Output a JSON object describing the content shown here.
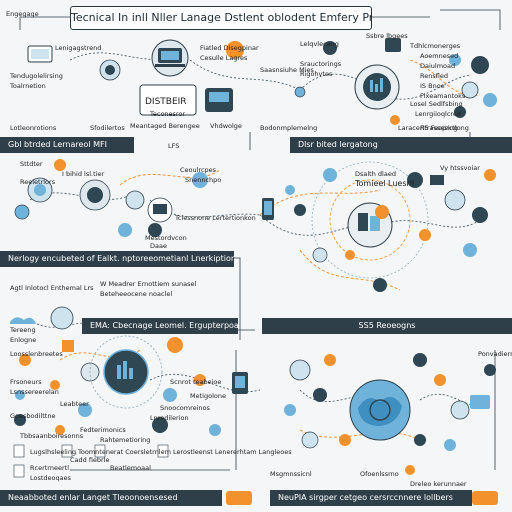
{
  "title": "Tecnical In inll Nller Lanage Dstlent oblodent Emfery Prestine",
  "top_left_label": "Engegage",
  "sections": {
    "left_top_bar": "Gbl btrded Lernareol MFI",
    "right_top_bar": "Dlsr bited lergatong",
    "left_mid_bar": "Nerlogy encubeted of Ealkt. nptoreeometianl Lnerkiption",
    "left_mid_sub": "Agtl Inlotocl Enthemal Lrs",
    "center_mid_bar": "EMA: Cbecnage Leomel. Ergupterpoabel",
    "right_mid_bar": "SS5 Reoeogns",
    "bottom_left_bar": "Neaabboted enlar Langet Tleoonoensesed",
    "bottom_right_bar": "NeuPIA sirgper cetgeo cersrccnnere lollbers"
  },
  "labels": [
    "Lenigagstrend",
    "Fiatled Disegpinar",
    "Ssbre lbgees",
    "Cesulle Lagres",
    "Tendugolelirsing",
    "Saasnsiuhe Mies",
    "Toalrnetion",
    "Tdhlcmonerges",
    "Aoemnesed",
    "Daiulmoad",
    "Rensfled",
    "Losel Sedlfsbing",
    "Lenrgiioqlcred",
    "Laraceritrassesing",
    "Lelqvlecang",
    "IS Bnoe",
    "DISTBEIR",
    "Teconesror",
    "Meantaged Berengee",
    "Vhdwolge",
    "Lotleonrotions",
    "Sfodilertos",
    "Bodonmplemelng",
    "Srauctorings",
    "Rigohvtes",
    "Flxeamantoks",
    "RS Feoprctlong",
    "LFS",
    "Sttdter",
    "I bihid lsl.tier",
    "Reeletrlors",
    "Ceoulrcpes",
    "Snennchpo",
    "Tclessnone Lertertionkon",
    "Mestordvcon",
    "Daae",
    "Dsalth dlaed",
    "Tomieel Luesrll",
    "Vy htssvoiar",
    "W Meadrer Ernottiem sunasel",
    "Beteheeocene noaclel",
    "Tereeng",
    "Enlogne",
    "Loosslenbreetes",
    "Frsoneurs",
    "Lsnssereerelan",
    "Leabteer",
    "Goasbodilttne",
    "Scnrot teabeioe",
    "Snoocomreinos",
    "Lnrodilerion",
    "Fedterimonics",
    "Tbbsaanboiresonns",
    "Rahtemetioring",
    "Lugslhsleeling",
    "Cadd fiebrle",
    "Rcertrneertl",
    "Beatlemoaal",
    "Lostdeoqaes",
    "Toomntenerat Coersletrnlem Lerostleenst Lenererhtam Langleoes",
    "Ponvadierrer",
    "Msgmnssicnl",
    "Ofoenlssrno",
    "Dreleo kerunnaer",
    "Metigolone"
  ]
}
